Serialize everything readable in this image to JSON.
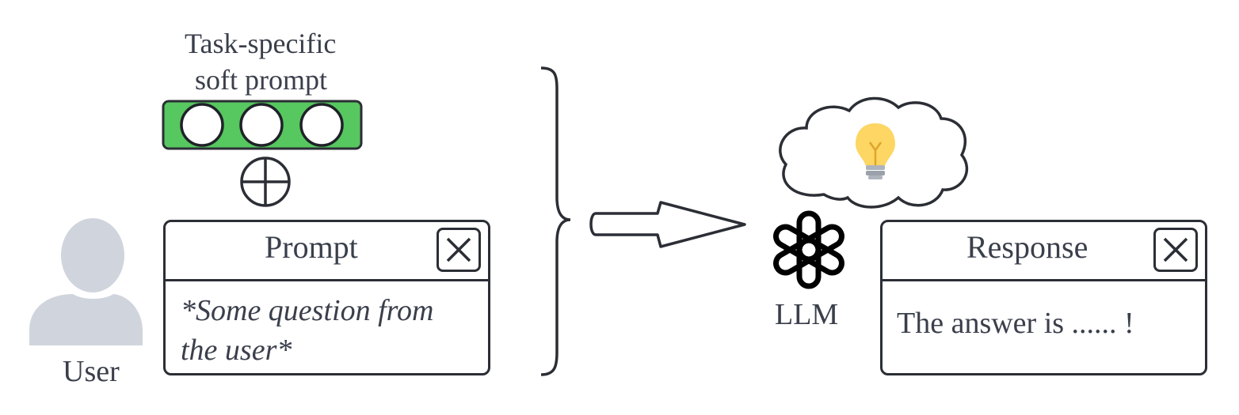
{
  "soft_prompt": {
    "title_line1": "Task-specific",
    "title_line2": "soft prompt"
  },
  "user": {
    "label": "User"
  },
  "prompt_window": {
    "title": "Prompt",
    "body_line1": "*Some question from",
    "body_line2": "the user*"
  },
  "llm": {
    "label": "LLM"
  },
  "response_window": {
    "title": "Response",
    "body": "The answer is ...... !"
  },
  "colors": {
    "soft_prompt_fill": "#57c760",
    "user_silhouette": "#d0d5dd",
    "bulb": "#fdd663",
    "stroke": "#2b2e35"
  }
}
